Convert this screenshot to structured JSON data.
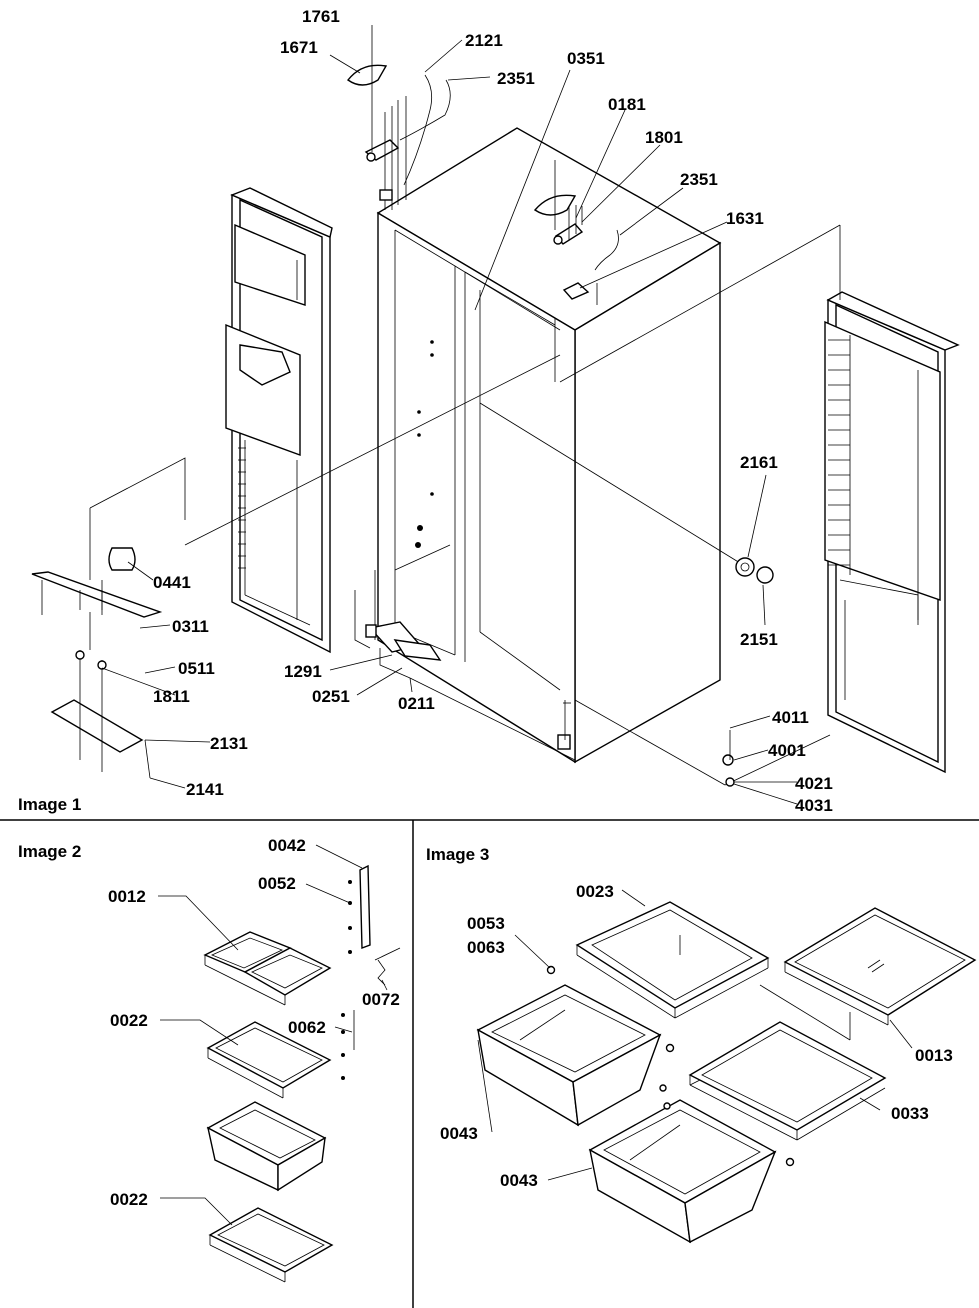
{
  "panels": [
    {
      "title": "Image 1"
    },
    {
      "title": "Image 2"
    },
    {
      "title": "Image 3"
    }
  ],
  "callouts": {
    "img1": [
      "1761",
      "1671",
      "2121",
      "2351",
      "0351",
      "0181",
      "1801",
      "2351",
      "1631",
      "2161",
      "2151",
      "0441",
      "0311",
      "0511",
      "1811",
      "2131",
      "2141",
      "1291",
      "0251",
      "0211",
      "4011",
      "4001",
      "4021",
      "4031"
    ],
    "img2": [
      "0042",
      "0052",
      "0012",
      "0072",
      "0022",
      "0062",
      "0022"
    ],
    "img3": [
      "0023",
      "0053",
      "0063",
      "0013",
      "0043",
      "0033",
      "0043"
    ]
  }
}
